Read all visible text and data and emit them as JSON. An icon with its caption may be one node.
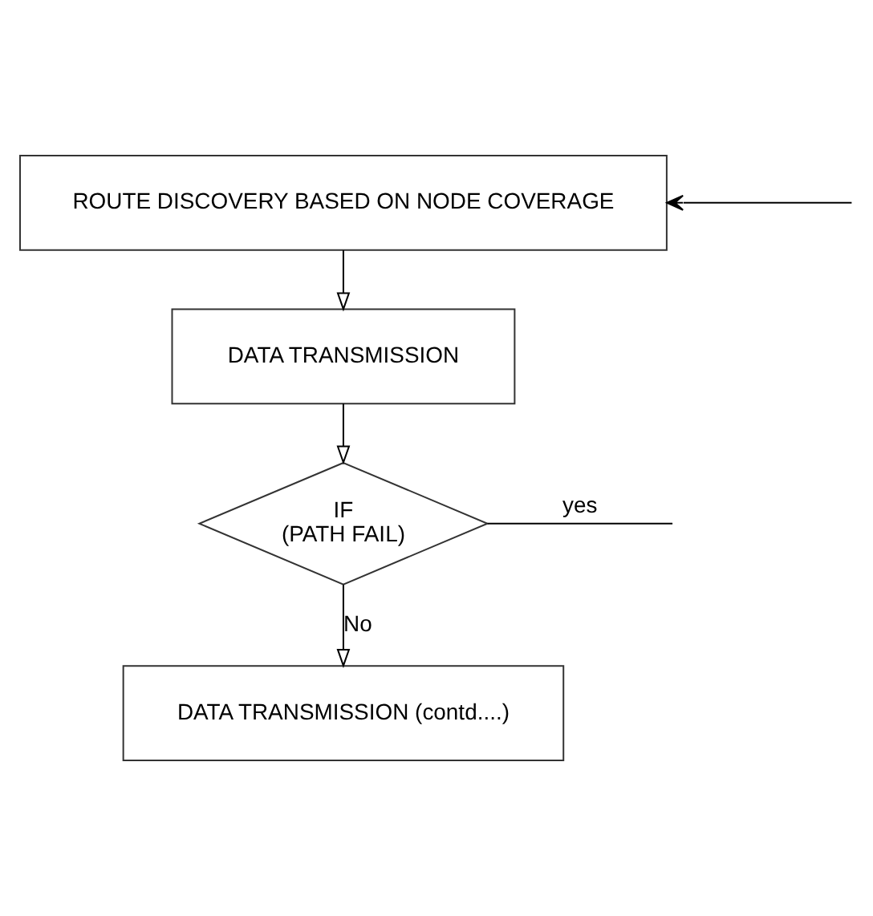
{
  "diagram": {
    "nodes": [
      {
        "text": [
          "ROUTE DISCOVERY BASED ON NODE COVERAGE"
        ]
      },
      {
        "text": [
          "DATA TRANSMISSION"
        ]
      },
      {
        "text": [
          "IF",
          "(PATH FAIL)"
        ]
      },
      {
        "text": [
          "DATA TRANSMISSION (contd....)"
        ]
      }
    ],
    "edges": [
      {
        "from": null,
        "to": 0,
        "arrow": "to"
      },
      {
        "from": 0,
        "to": 1,
        "arrow": "to"
      },
      {
        "from": 1,
        "to": 2,
        "arrow": "to"
      },
      {
        "from": 2,
        "to": null,
        "arrow": "none",
        "label": "yes"
      },
      {
        "from": 2,
        "to": 3,
        "arrow": "to",
        "label": "No"
      }
    ]
  }
}
